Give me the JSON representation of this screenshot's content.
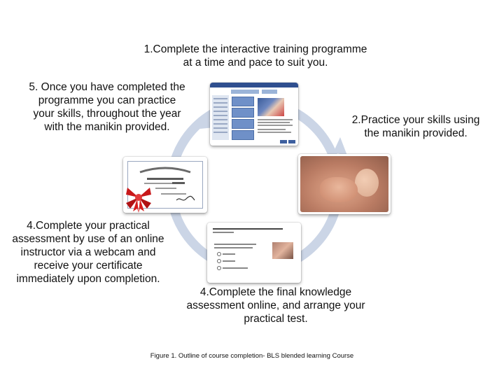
{
  "steps": [
    {
      "id": 1,
      "text": "1.Complete the interactive training programme\nat a time  and pace to suit you."
    },
    {
      "id": 2,
      "text": "2.Practice your skills using\nthe manikin provided."
    },
    {
      "id": 3,
      "text": "4.Complete the final knowledge\nassessment online, and arrange your\npractical test."
    },
    {
      "id": 4,
      "text": "4.Complete your practical\nassessment by use of an online\ninstructor via a webcam and\nreceive your certificate\nimmediately upon completion."
    },
    {
      "id": 5,
      "text": "5. Once you have completed the\nprogramme  you can practice\nyour skills, throughout the year\nwith the manikin provided."
    }
  ],
  "caption": "Figure 1. Outline of course completion- BLS blended learning Course",
  "colors": {
    "cycle_ring": "#cbd5e6",
    "cycle_arrow": "#cbd5e6",
    "ribbon": "#d61e1e"
  },
  "tiles": [
    {
      "name": "training-programme-screenshot",
      "icon": "e-learning-screen-icon"
    },
    {
      "name": "cpr-manikin-photo",
      "icon": "cpr-hands-icon"
    },
    {
      "name": "online-assessment-screenshot",
      "icon": "quiz-screen-icon"
    },
    {
      "name": "certificate-image",
      "icon": "certificate-ribbon-icon"
    }
  ]
}
